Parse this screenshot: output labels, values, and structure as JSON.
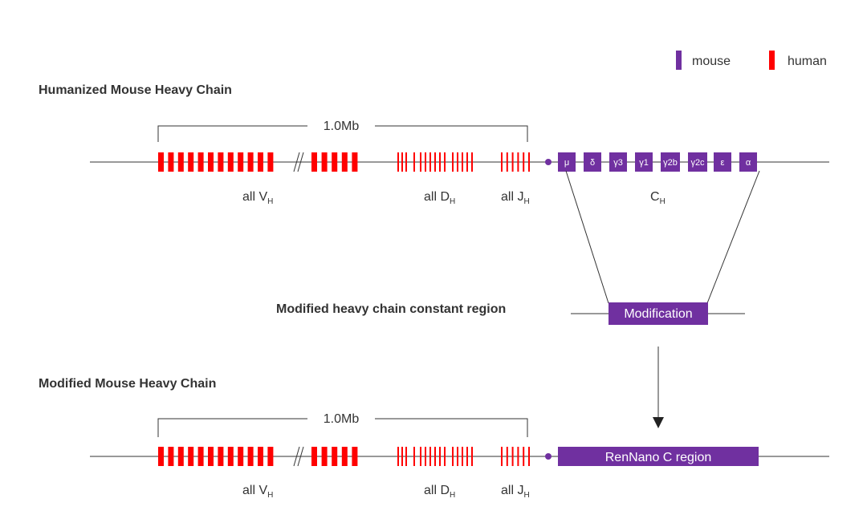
{
  "legend": {
    "mouse_label": "mouse",
    "human_label": "human",
    "mouse_color": "#7030a0",
    "human_color": "#ff0000"
  },
  "top": {
    "title": "Humanized Mouse Heavy Chain",
    "span_label": "1.0Mb",
    "v_label": "all V",
    "v_sub": "H",
    "d_label": "all D",
    "d_sub": "H",
    "j_label": "all J",
    "j_sub": "H",
    "c_label": "C",
    "c_sub": "H",
    "constant_segments": [
      "μ",
      "δ",
      "γ3",
      "γ1",
      "γ2b",
      "γ2c",
      "ε",
      "α"
    ]
  },
  "middle": {
    "title": "Modified heavy chain constant region",
    "box_label": "Modification"
  },
  "bottom": {
    "title": "Modified Mouse Heavy Chain",
    "span_label": "1.0Mb",
    "v_label": "all V",
    "v_sub": "H",
    "d_label": "all D",
    "d_sub": "H",
    "j_label": "all J",
    "j_sub": "H",
    "c_region_label": "RenNano C region"
  }
}
